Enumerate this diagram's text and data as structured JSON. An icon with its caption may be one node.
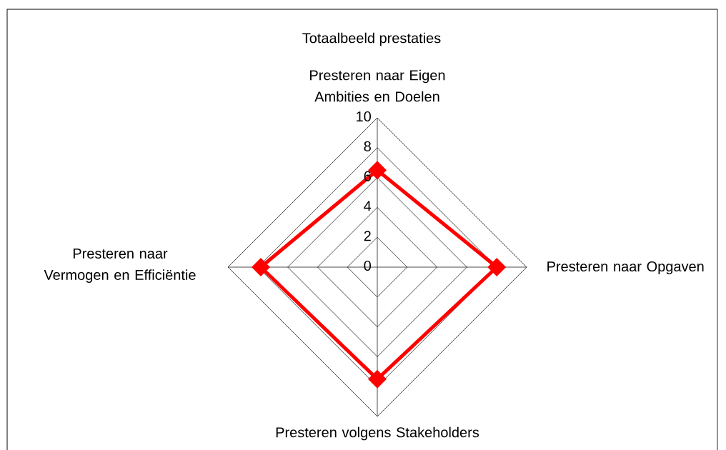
{
  "diagram": {
    "title": "Totaalbeeld prestaties",
    "labels": [
      "Presteren naar Eigen Ambities en Doelen",
      "10",
      "8",
      "6",
      "4",
      "2",
      "Presteren naar Vermogen en Efficiëntie",
      "0",
      "Presteren naar Opgaven",
      "Presteren volgens Stakeholders"
    ]
  }
}
